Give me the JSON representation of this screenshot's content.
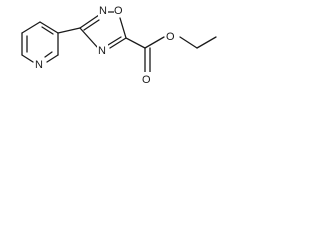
{
  "molecule": {
    "atoms": {
      "oxadiazole_n_top": "N",
      "oxadiazole_o_ring": "O",
      "oxadiazole_n_bottom": "N",
      "pyridine_n": "N",
      "ester_o_single": "O",
      "ester_o_carbonyl": "O"
    }
  }
}
